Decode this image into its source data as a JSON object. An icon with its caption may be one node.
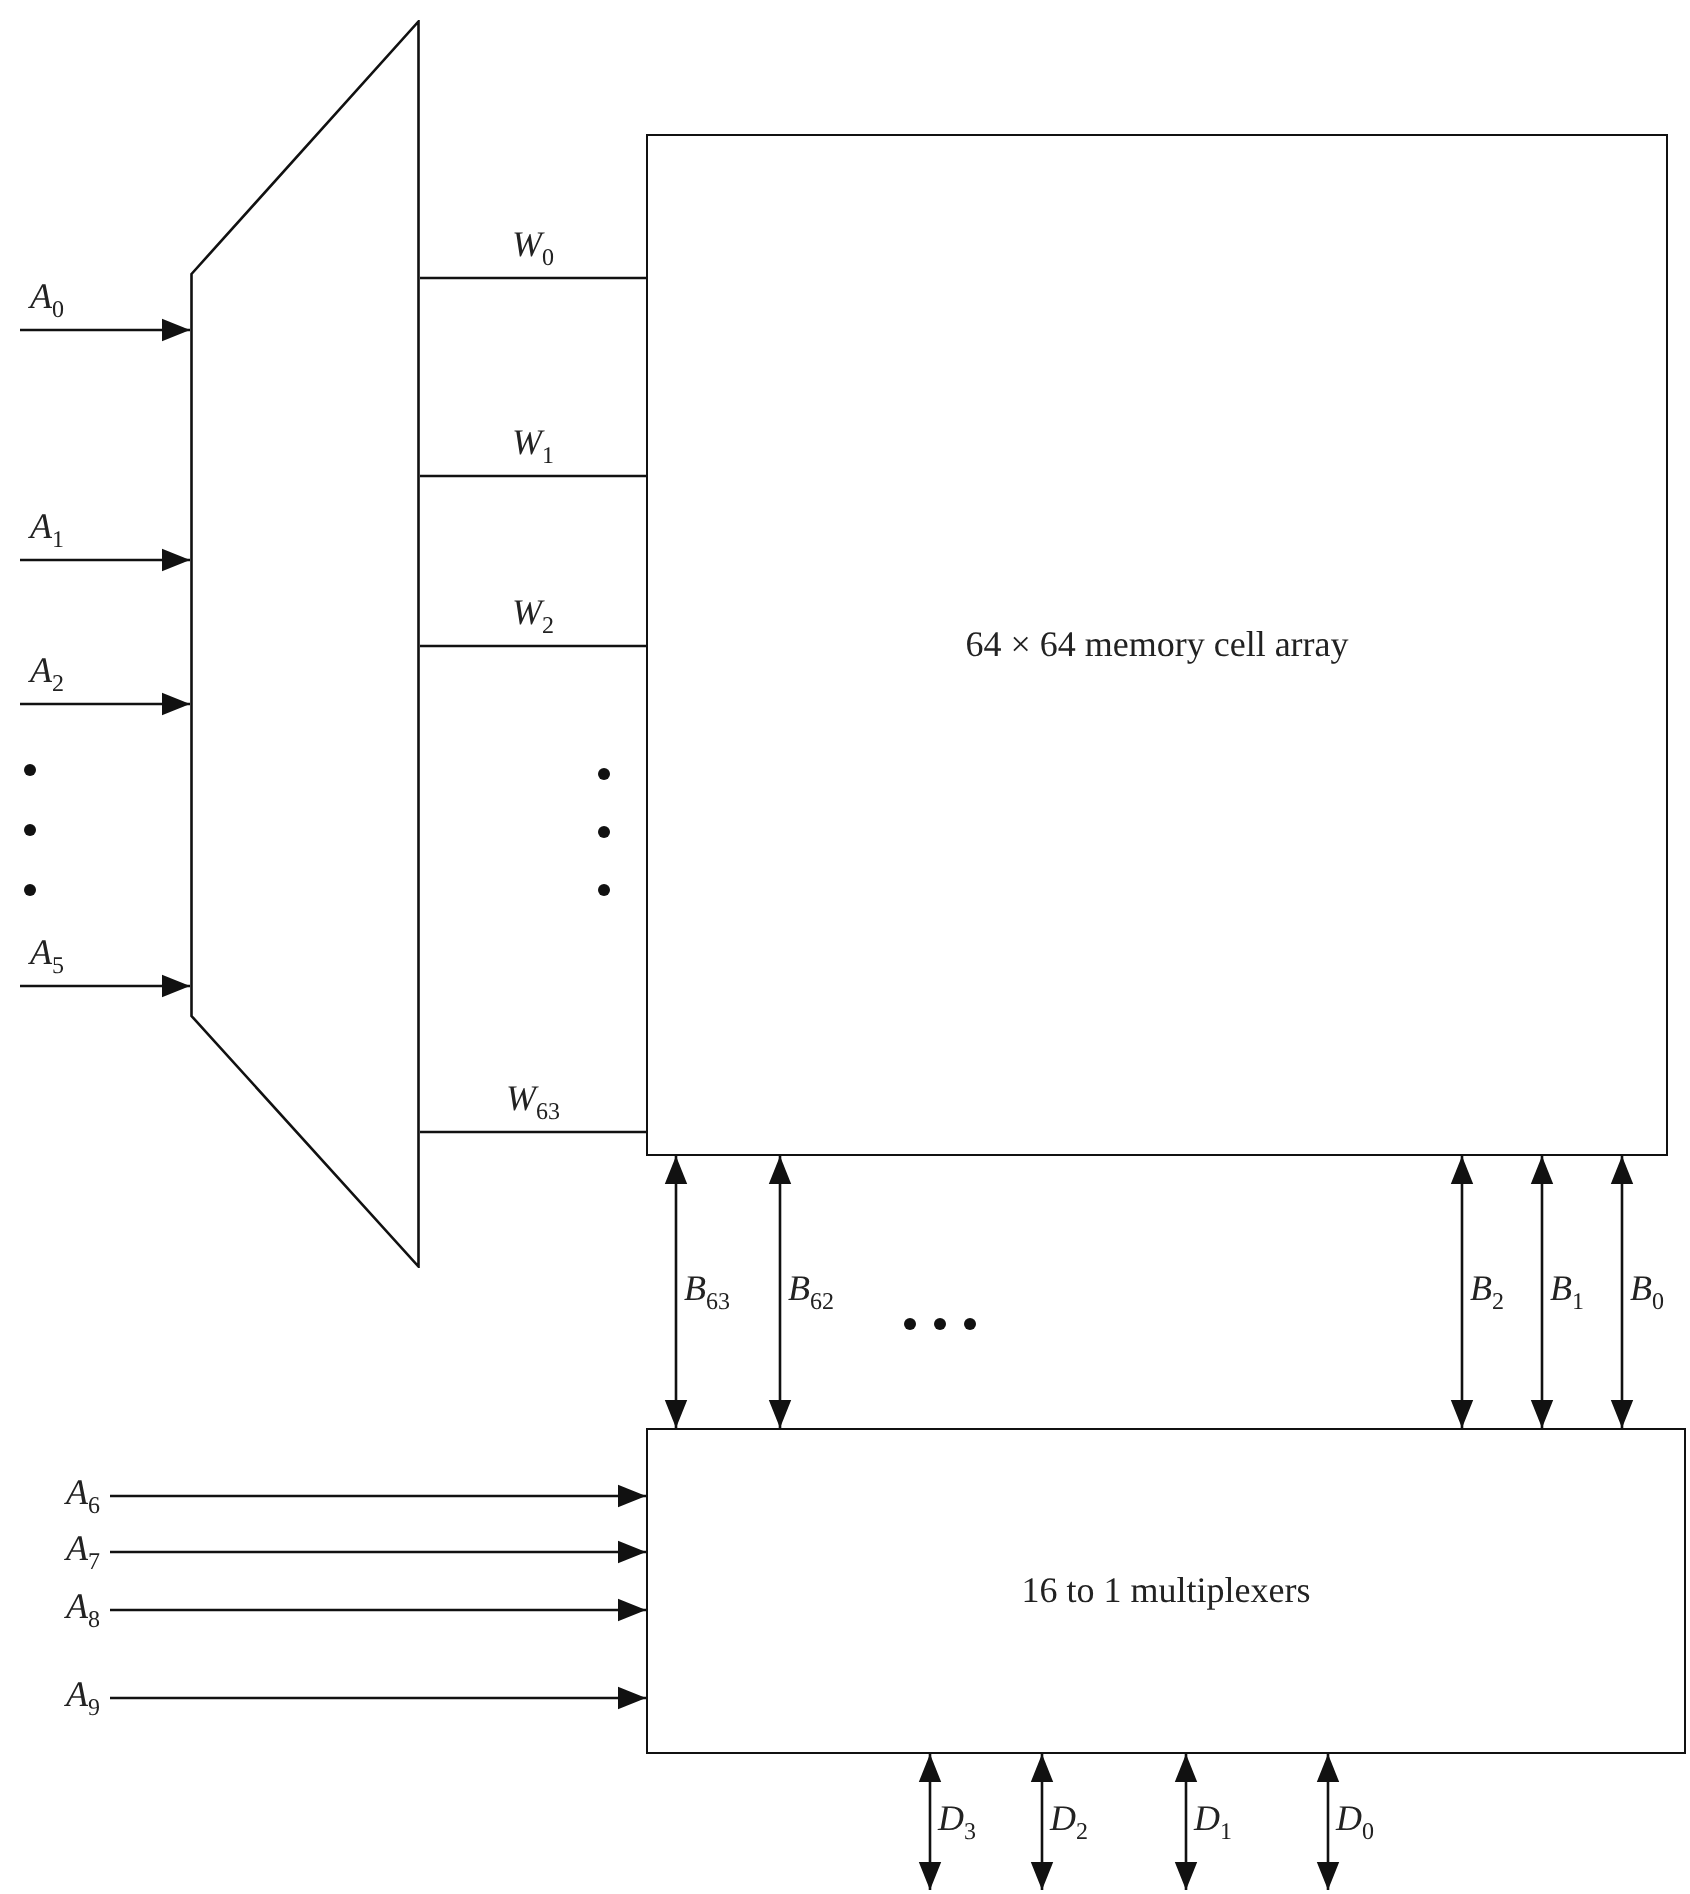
{
  "diagram": {
    "nodes": [
      {
        "text": [],
        "shape": "trapezoid"
      },
      {
        "text": [
          "64 × 64 memory cell array"
        ]
      },
      {
        "text": [
          "16 to 1 multiplexers"
        ]
      }
    ],
    "edges": [
      {
        "from": null,
        "to": 0,
        "arrow": "to",
        "label": "A$_{0}$"
      },
      {
        "from": null,
        "to": 0,
        "arrow": "to",
        "label": "A$_{1}$"
      },
      {
        "from": null,
        "to": 0,
        "arrow": "to",
        "label": "A$_{2}$"
      },
      {
        "from": null,
        "to": 0,
        "arrow": "to",
        "label": "A$_{5}$"
      },
      {
        "from": 0,
        "to": 1,
        "arrow": "none",
        "label": "W$_{0}$"
      },
      {
        "from": 0,
        "to": 1,
        "arrow": "none",
        "label": "W$_{1}$"
      },
      {
        "from": 0,
        "to": 1,
        "arrow": "none",
        "label": "W$_{2}$"
      },
      {
        "from": 0,
        "to": 1,
        "arrow": "none",
        "label": "W$_{63}$"
      },
      {
        "from": 1,
        "to": 2,
        "arrow": "both",
        "label": "B$_{63}$"
      },
      {
        "from": 1,
        "to": 2,
        "arrow": "both",
        "label": "B$_{62}$"
      },
      {
        "from": 1,
        "to": 2,
        "arrow": "both",
        "label": "B$_{2}$"
      },
      {
        "from": 1,
        "to": 2,
        "arrow": "both",
        "label": "B$_{1}$"
      },
      {
        "from": 1,
        "to": 2,
        "arrow": "both",
        "label": "B$_{0}$"
      },
      {
        "from": null,
        "to": 2,
        "arrow": "to",
        "label": "A$_{6}$"
      },
      {
        "from": null,
        "to": 2,
        "arrow": "to",
        "label": "A$_{7}$"
      },
      {
        "from": null,
        "to": 2,
        "arrow": "to",
        "label": "A$_{8}$"
      },
      {
        "from": null,
        "to": 2,
        "arrow": "to",
        "label": "A$_{9}$"
      },
      {
        "from": 2,
        "to": null,
        "arrow": "both",
        "label": "D$_{3}$"
      },
      {
        "from": 2,
        "to": null,
        "arrow": "both",
        "label": "D$_{2}$"
      },
      {
        "from": 2,
        "to": null,
        "arrow": "both",
        "label": "D$_{1}$"
      },
      {
        "from": 2,
        "to": null,
        "arrow": "both",
        "label": "D$_{0}$"
      }
    ]
  }
}
